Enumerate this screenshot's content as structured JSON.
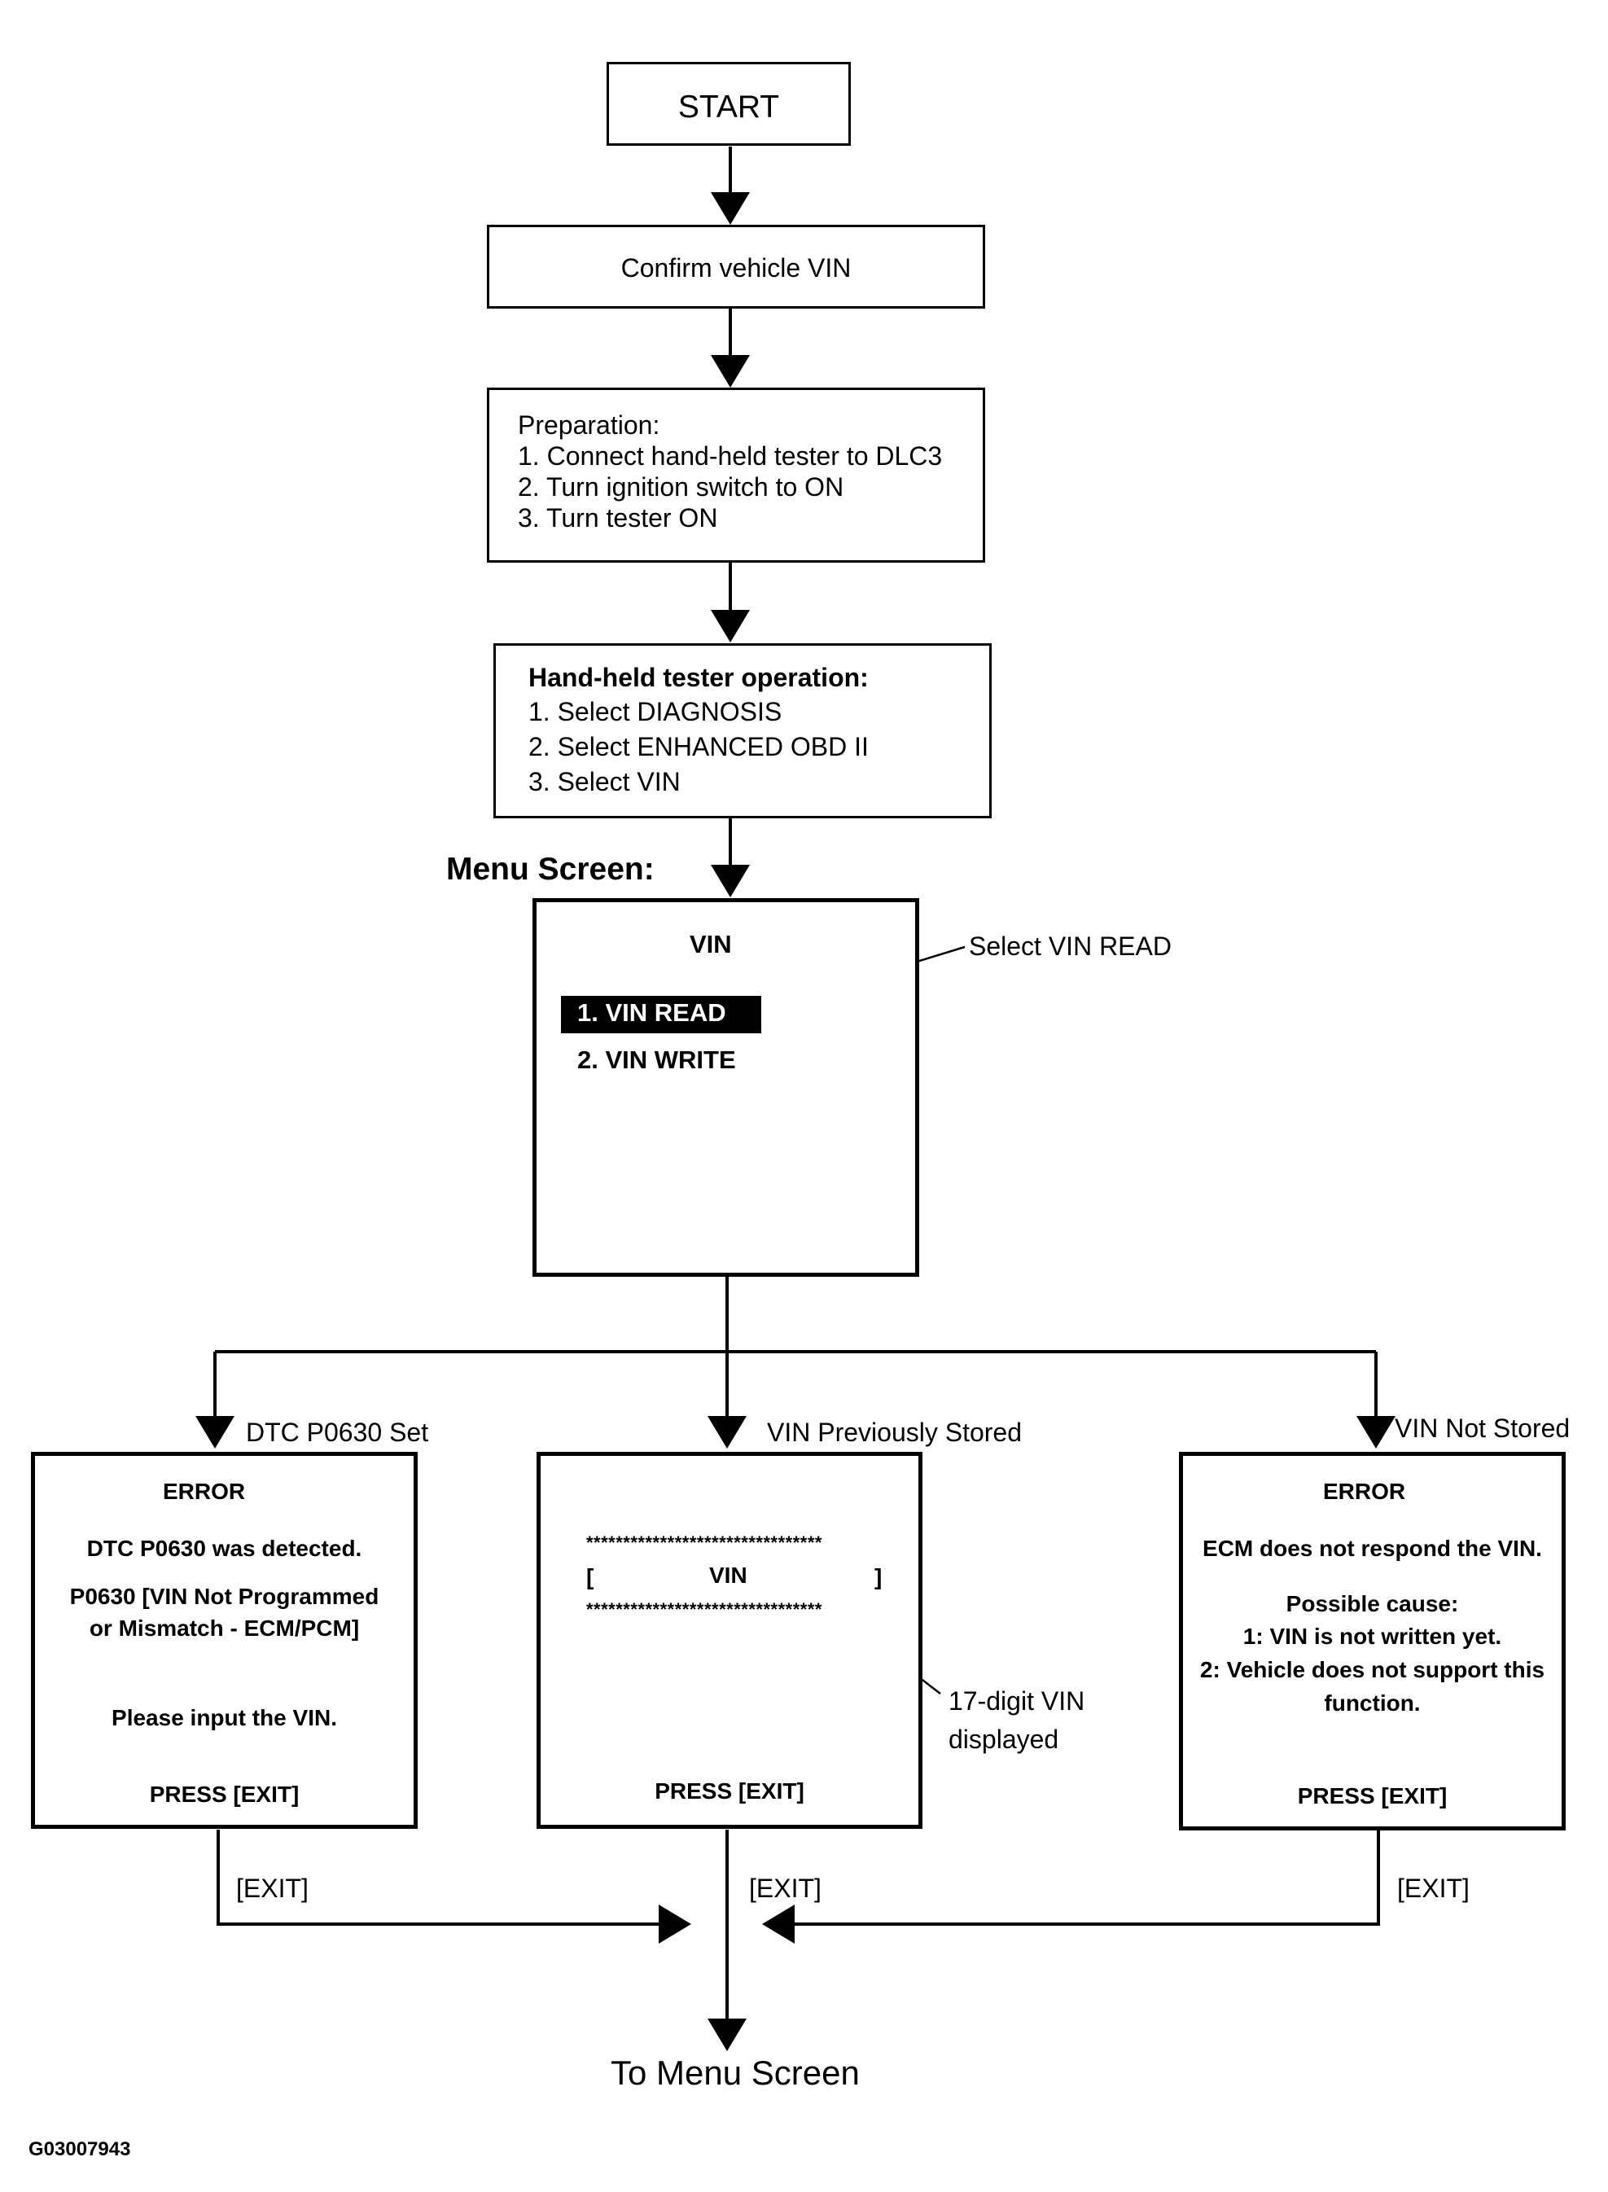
{
  "start": "START",
  "confirm": "Confirm vehicle VIN",
  "preparation": {
    "title": "Preparation:",
    "steps": [
      "1. Connect hand-held tester to DLC3",
      "2. Turn ignition switch to ON",
      "3. Turn tester ON"
    ]
  },
  "tester_operation": {
    "title": "Hand-held tester operation:",
    "steps": [
      "1. Select DIAGNOSIS",
      "2. Select ENHANCED OBD II",
      "3. Select VIN"
    ]
  },
  "menu_screen": {
    "label": "Menu Screen:",
    "title": "VIN",
    "items": [
      "1. VIN READ",
      "2. VIN WRITE"
    ],
    "callout": "Select VIN READ"
  },
  "branches": {
    "left_label": "DTC P0630 Set",
    "center_label": "VIN Previously Stored",
    "right_label": "VIN Not Stored"
  },
  "error_dtc": {
    "title": "ERROR",
    "line1": "DTC P0630 was detected.",
    "line2": "P0630  [VIN Not Programmed",
    "line3": "or Mismatch - ECM/PCM]",
    "line4": "Please input the VIN.",
    "press": "PRESS [EXIT]"
  },
  "vin_stored": {
    "stars_top": "********************************",
    "bracket_left": "[",
    "vin": "VIN",
    "bracket_right": "]",
    "stars_bottom": "********************************",
    "press": "PRESS [EXIT]",
    "callout_line1": "17-digit  VIN",
    "callout_line2": "displayed"
  },
  "error_not_stored": {
    "title": "ERROR",
    "line1": "ECM does not respond the VIN.",
    "line2": "Possible cause:",
    "line3": "1: VIN is not written yet.",
    "line4": "2: Vehicle does not support this",
    "line5": "function.",
    "press": "PRESS [EXIT]"
  },
  "exit_labels": [
    "[EXIT]",
    "[EXIT]",
    "[EXIT]"
  ],
  "to_menu": "To Menu Screen",
  "figure_id": "G03007943"
}
